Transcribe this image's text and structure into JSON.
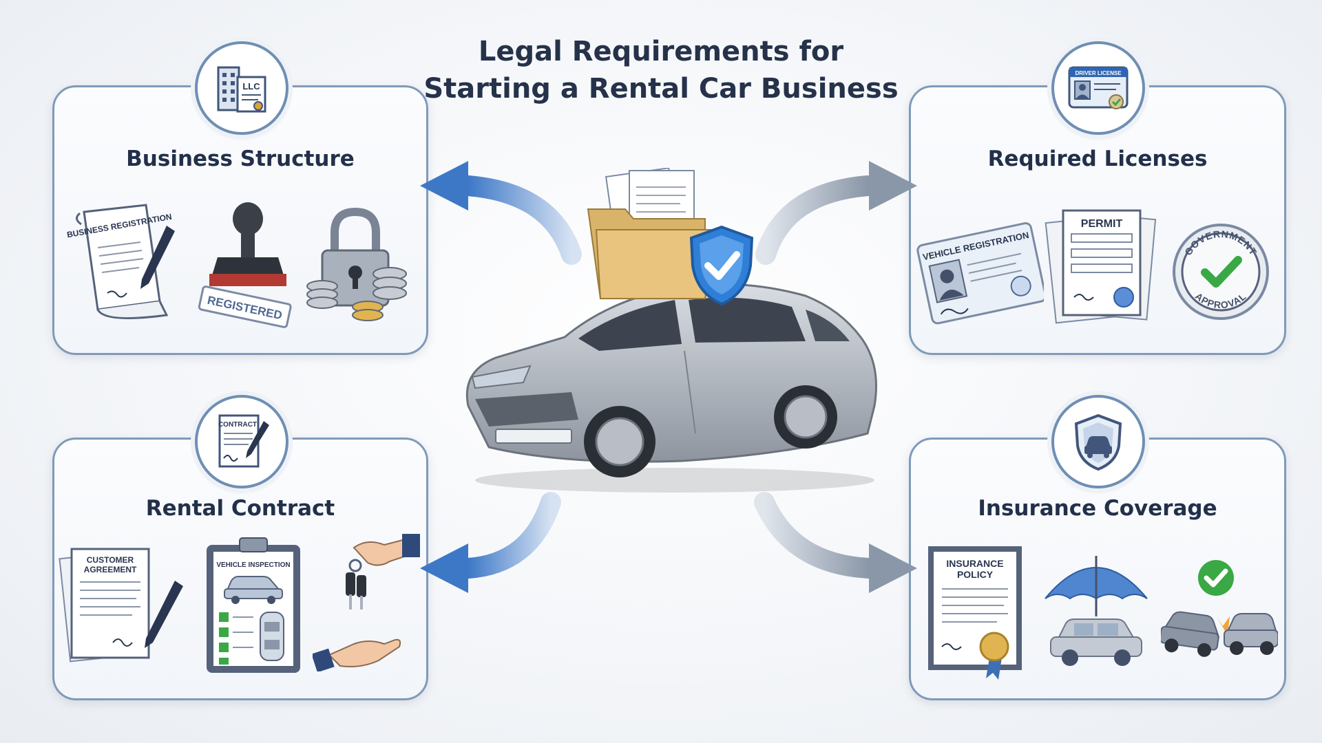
{
  "title": {
    "line1": "Legal Requirements for",
    "line2": "Starting a Rental Car Business"
  },
  "panels": {
    "business_structure": {
      "title": "Business Structure",
      "badge_icon": "llc-building-icon",
      "badge_text": "LLC",
      "items": {
        "registration_doc": "BUSINESS REGISTRATION",
        "stamp_text": "REGISTERED"
      },
      "icons": [
        "business-registration-scroll-icon",
        "registered-stamp-icon",
        "padlock-coins-icon"
      ]
    },
    "required_licenses": {
      "title": "Required Licenses",
      "badge_icon": "driver-license-icon",
      "badge_text": "DRIVER LICENSE",
      "items": {
        "registration_card": "VEHICLE REGISTRATION",
        "permit": "PERMIT",
        "seal_top": "GOVERNMENT",
        "seal_bottom": "APPROVAL"
      },
      "icons": [
        "vehicle-registration-card-icon",
        "permit-document-icon",
        "government-approval-seal-icon"
      ]
    },
    "rental_contract": {
      "title": "Rental Contract",
      "badge_icon": "contract-pen-icon",
      "badge_text": "CONTRACT",
      "items": {
        "agreement_line1": "CUSTOMER",
        "agreement_line2": "AGREEMENT",
        "inspection": "VEHICLE INSPECTION"
      },
      "icons": [
        "customer-agreement-icon",
        "vehicle-inspection-clipboard-icon",
        "key-handover-icon"
      ]
    },
    "insurance_coverage": {
      "title": "Insurance Coverage",
      "badge_icon": "shield-car-icon",
      "items": {
        "policy_line1": "INSURANCE",
        "policy_line2": "POLICY"
      },
      "icons": [
        "insurance-policy-icon",
        "umbrella-car-icon",
        "collision-check-icon"
      ]
    }
  },
  "center": {
    "icons": [
      "document-folder-icon",
      "shield-check-icon",
      "sedan-car-icon"
    ]
  },
  "colors": {
    "panel_border": "#7f9ab9",
    "arrow_blue": "#3d78c7",
    "arrow_gray": "#8a97a8",
    "check_green": "#3aa845",
    "shield_blue": "#2f7fd8"
  }
}
